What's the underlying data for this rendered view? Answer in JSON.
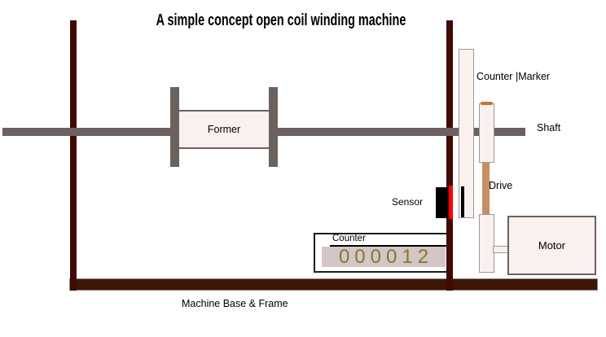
{
  "title": "A simple concept open coil winding machine",
  "diagram": {
    "former_label": "Former",
    "counter_marker_label": "Counter |Marker",
    "shaft_label": "Shaft",
    "drive_label": "Drive",
    "sensor_label": "Sensor",
    "motor_label": "Motor",
    "counter_label": "Counter",
    "counter_value": "000012",
    "base_label": "Machine Base & Frame"
  },
  "colors": {
    "text": "#000000",
    "frame_post": "#400a01",
    "frame_base": "#3f1505",
    "shaft": "#6b6160",
    "component_fill": "#faf0ee",
    "component_border": "#6b6260",
    "pulley_border": "#999999",
    "belt": "#c78e63",
    "belt_cap": "#c8743c",
    "sensor_body": "#000000",
    "sensor_stripe": "#ff0000",
    "display_bg": "#d5c5c5",
    "display_digits": "#7b7b2f",
    "counter_border": "#1a1a1a"
  }
}
